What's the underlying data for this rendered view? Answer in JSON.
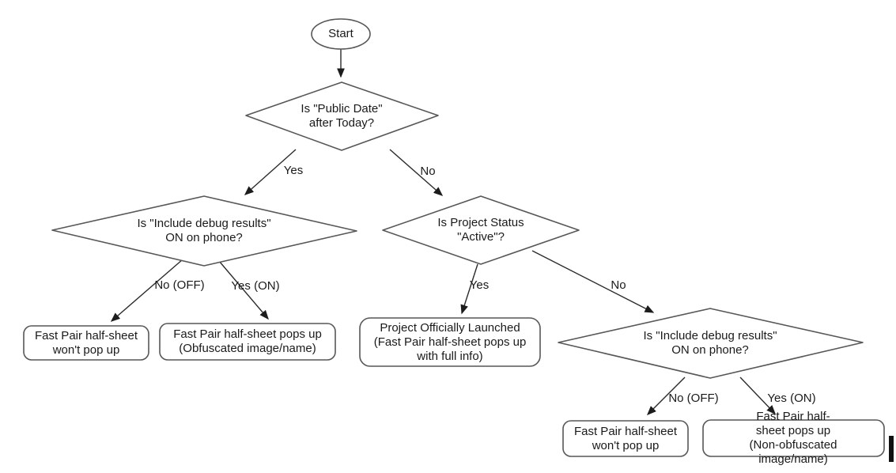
{
  "colors": {
    "background": "#ffffff",
    "shape_outline": "#575757",
    "arrow": "#2b2b2b",
    "text": "#1a1a1a"
  },
  "diagram": {
    "nodes": {
      "start": "Start",
      "public_date": "Is \"Public Date\"\nafter Today?",
      "debug_left": "Is \"Include debug results\"\nON on phone?",
      "project_status": "Is Project Status\n\"Active\"?",
      "debug_right": "Is \"Include debug results\"\nON on phone?",
      "no_popup_left": "Fast Pair half-sheet\nwon't pop up",
      "obfuscated": "Fast Pair half-sheet pops up\n(Obfuscated image/name)",
      "launched": "Project Officially Launched\n(Fast Pair half-sheet pops up\nwith full info)",
      "no_popup_right": "Fast Pair half-sheet\nwon't pop up",
      "non_obfuscated": "Fast Pair half-sheet pops up\n(Non-obfuscated image/name)"
    },
    "edge_labels": {
      "yes1": "Yes",
      "no1": "No",
      "no_off_left": "No (OFF)",
      "yes_on_left": "Yes (ON)",
      "yes2": "Yes",
      "no2": "No",
      "no_off_right": "No (OFF)",
      "yes_on_right": "Yes (ON)"
    }
  }
}
